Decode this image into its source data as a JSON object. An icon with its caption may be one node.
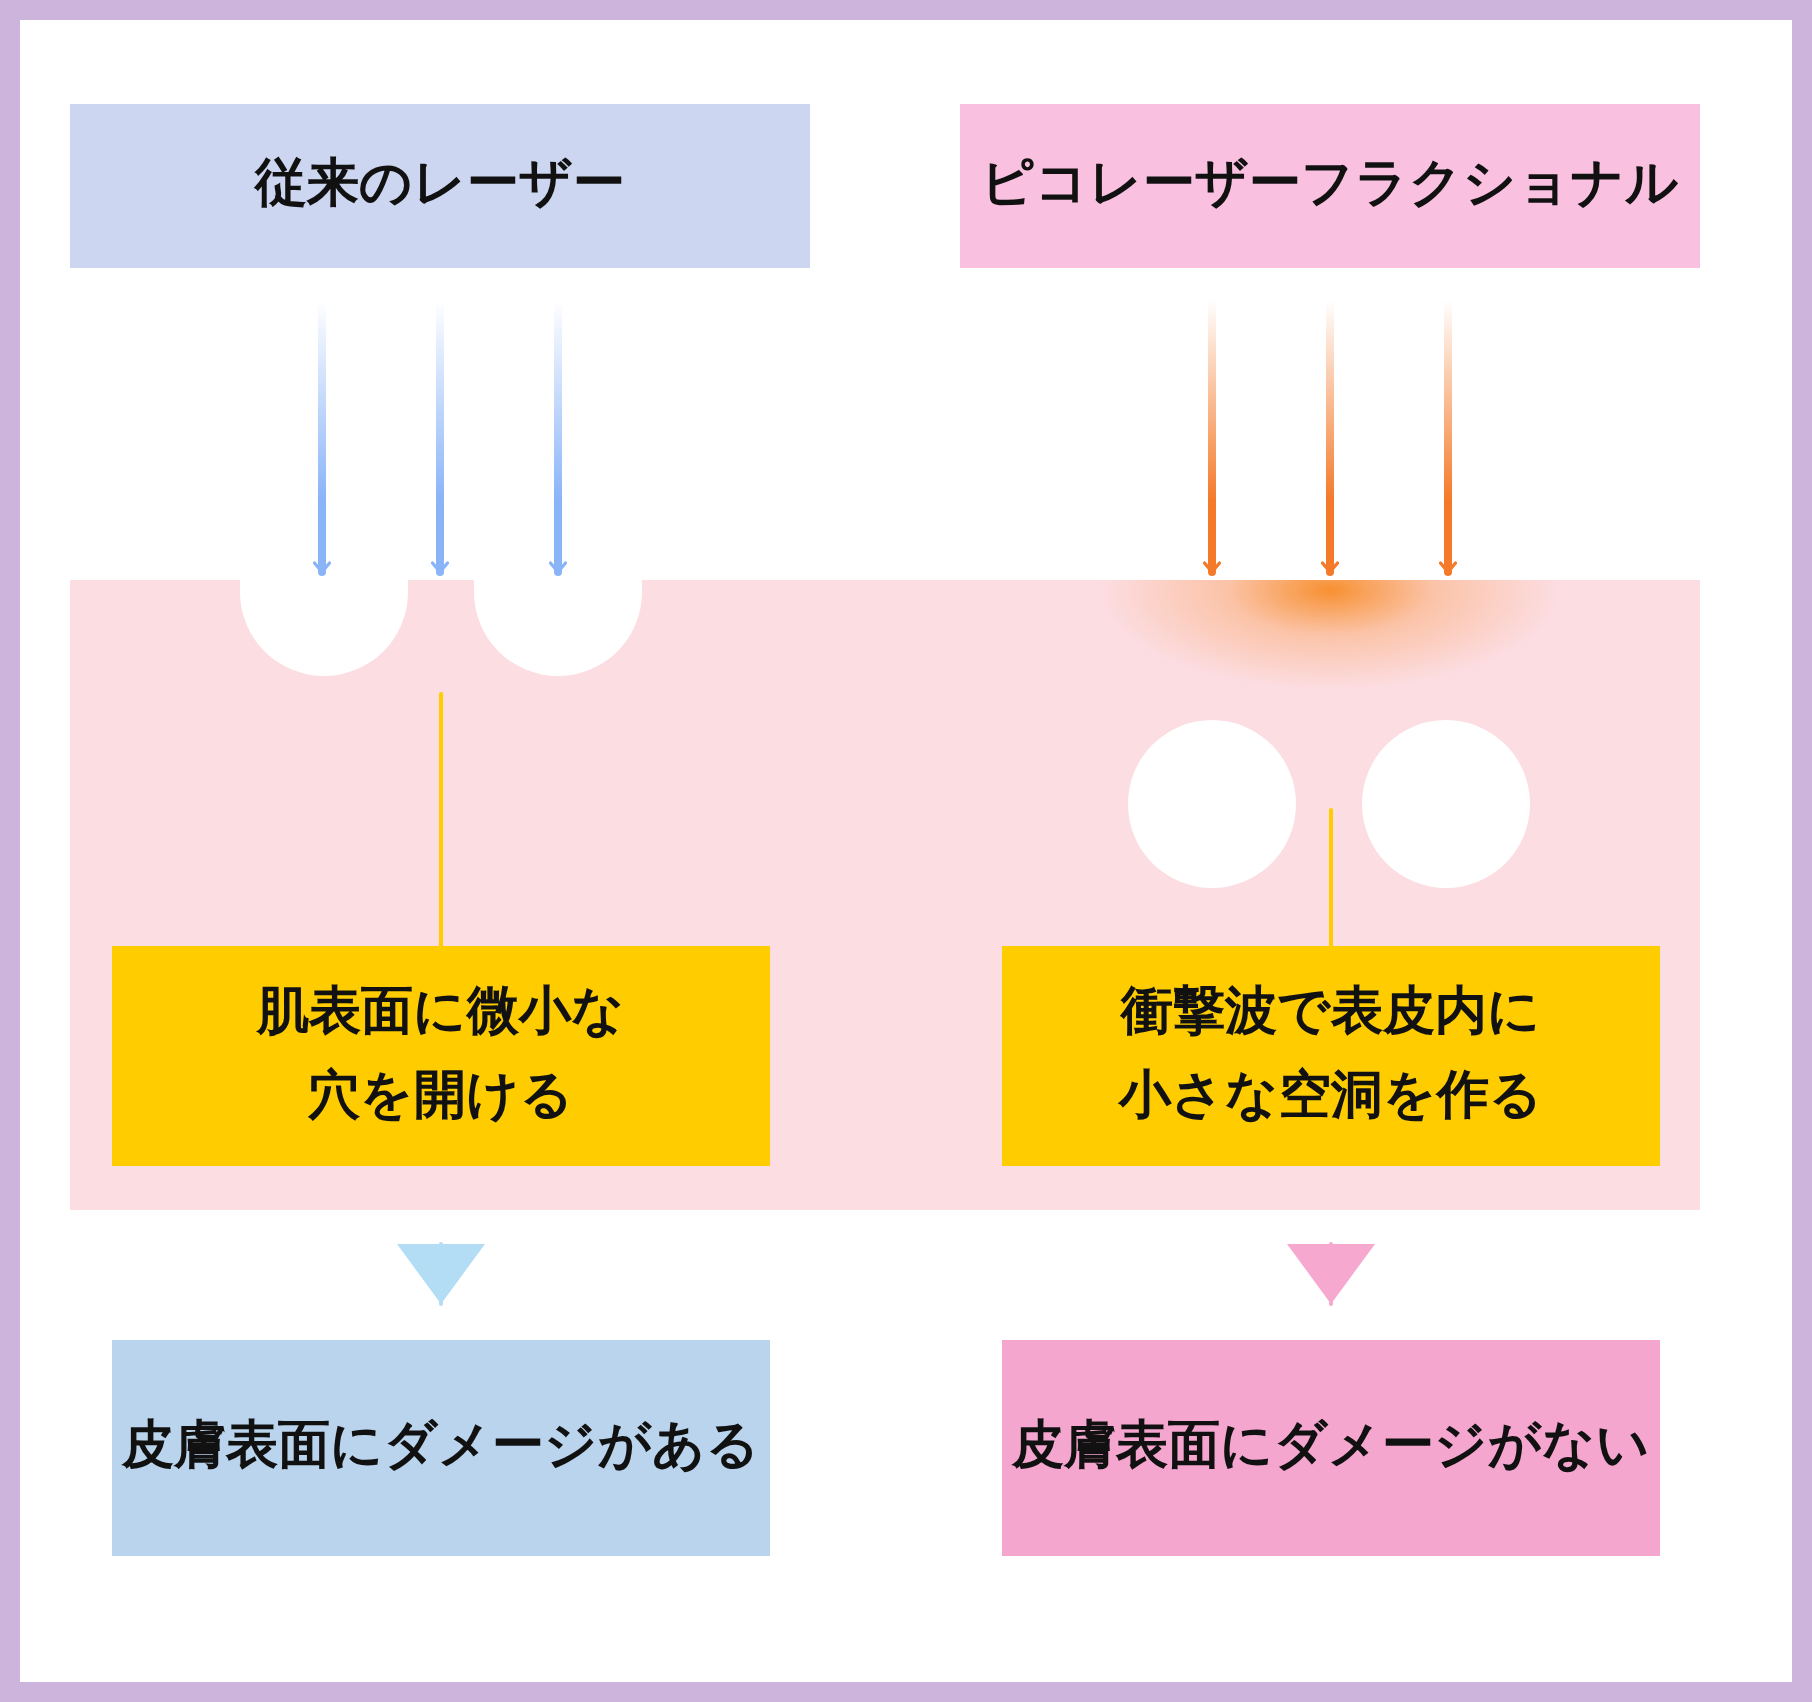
{
  "diagram": {
    "nodes": [
      {
        "text": [
          "従来のレーザー"
        ]
      },
      {
        "text": [
          "ピコレーザーフラクショナル"
        ]
      },
      {
        "text": [],
        "shape": "bar"
      },
      {
        "text": [],
        "shape": "circle",
        "in": 2
      },
      {
        "text": [],
        "shape": "circle",
        "in": 2
      },
      {
        "text": [],
        "shape": "circle",
        "in": 2
      },
      {
        "text": [],
        "shape": "circle",
        "in": 2
      },
      {
        "text": [
          "肌表面に微小な穴を開ける"
        ],
        "in": 2
      },
      {
        "text": [
          "衝撃波で表皮内に小さな空洞を作る"
        ],
        "in": 2
      },
      {
        "text": [
          "皮膚表面にダメージがある"
        ]
      },
      {
        "text": [
          "皮膚表面にダメージがない"
        ]
      }
    ],
    "edges": [
      {
        "from": 0,
        "to": 2,
        "arrow": "to",
        "style": "thick",
        "color": "#8ab4f8"
      },
      {
        "from": 0,
        "to": 2,
        "arrow": "to",
        "style": "thick",
        "color": "#8ab4f8"
      },
      {
        "from": 0,
        "to": 2,
        "arrow": "to",
        "style": "thick",
        "color": "#8ab4f8"
      },
      {
        "from": 1,
        "to": 2,
        "arrow": "to",
        "style": "thick",
        "color": "#f47a2a"
      },
      {
        "from": 1,
        "to": 2,
        "arrow": "to",
        "style": "thick",
        "color": "#f47a2a"
      },
      {
        "from": 1,
        "to": 2,
        "arrow": "to",
        "style": "thick",
        "color": "#f47a2a"
      },
      {
        "from": 7,
        "to": null,
        "arrow": "none",
        "color": "#ffcc00"
      },
      {
        "from": 8,
        "to": null,
        "arrow": "none",
        "color": "#ffcc00"
      },
      {
        "from": 7,
        "to": 9,
        "arrow": "to",
        "color": "#b3dcf5"
      },
      {
        "from": 8,
        "to": 10,
        "arrow": "to",
        "color": "#f7a8cf"
      }
    ]
  }
}
